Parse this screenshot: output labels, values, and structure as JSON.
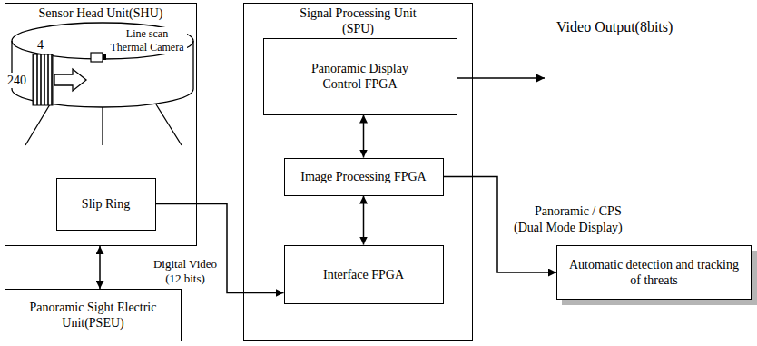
{
  "diagram": {
    "nodes": [
      {
        "text": [
          "Sensor Head Unit(SHU)"
        ]
      },
      {
        "text": [
          "Slip Ring"
        ],
        "in": 0
      },
      {
        "text": [
          "Panoramic Sight Electric Unit(PSEU)"
        ]
      },
      {
        "text": [
          "Signal Processing Unit (SPU)"
        ]
      },
      {
        "text": [
          "Panoramic Display Control FPGA"
        ],
        "in": 3
      },
      {
        "text": [
          "Image Processing FPGA"
        ],
        "in": 3
      },
      {
        "text": [
          "Interface FPGA"
        ],
        "in": 3
      },
      {
        "text": [
          "Automatic detection and tracking of threats"
        ]
      }
    ],
    "edges": [
      {
        "from": 0,
        "to": 2,
        "arrow": "both"
      },
      {
        "from": 1,
        "to": 6,
        "arrow": "to",
        "label": "Digital Video (12 bits)"
      },
      {
        "from": 5,
        "to": 4,
        "arrow": "both"
      },
      {
        "from": 5,
        "to": 6,
        "arrow": "both"
      },
      {
        "from": 5,
        "to": 7,
        "arrow": "to"
      }
    ],
    "labels": [
      "Line scan Thermal Camera",
      "4",
      "240",
      "Video Output(8bits)",
      "Panoramic / CPS",
      "(Dual Mode Display)"
    ]
  }
}
